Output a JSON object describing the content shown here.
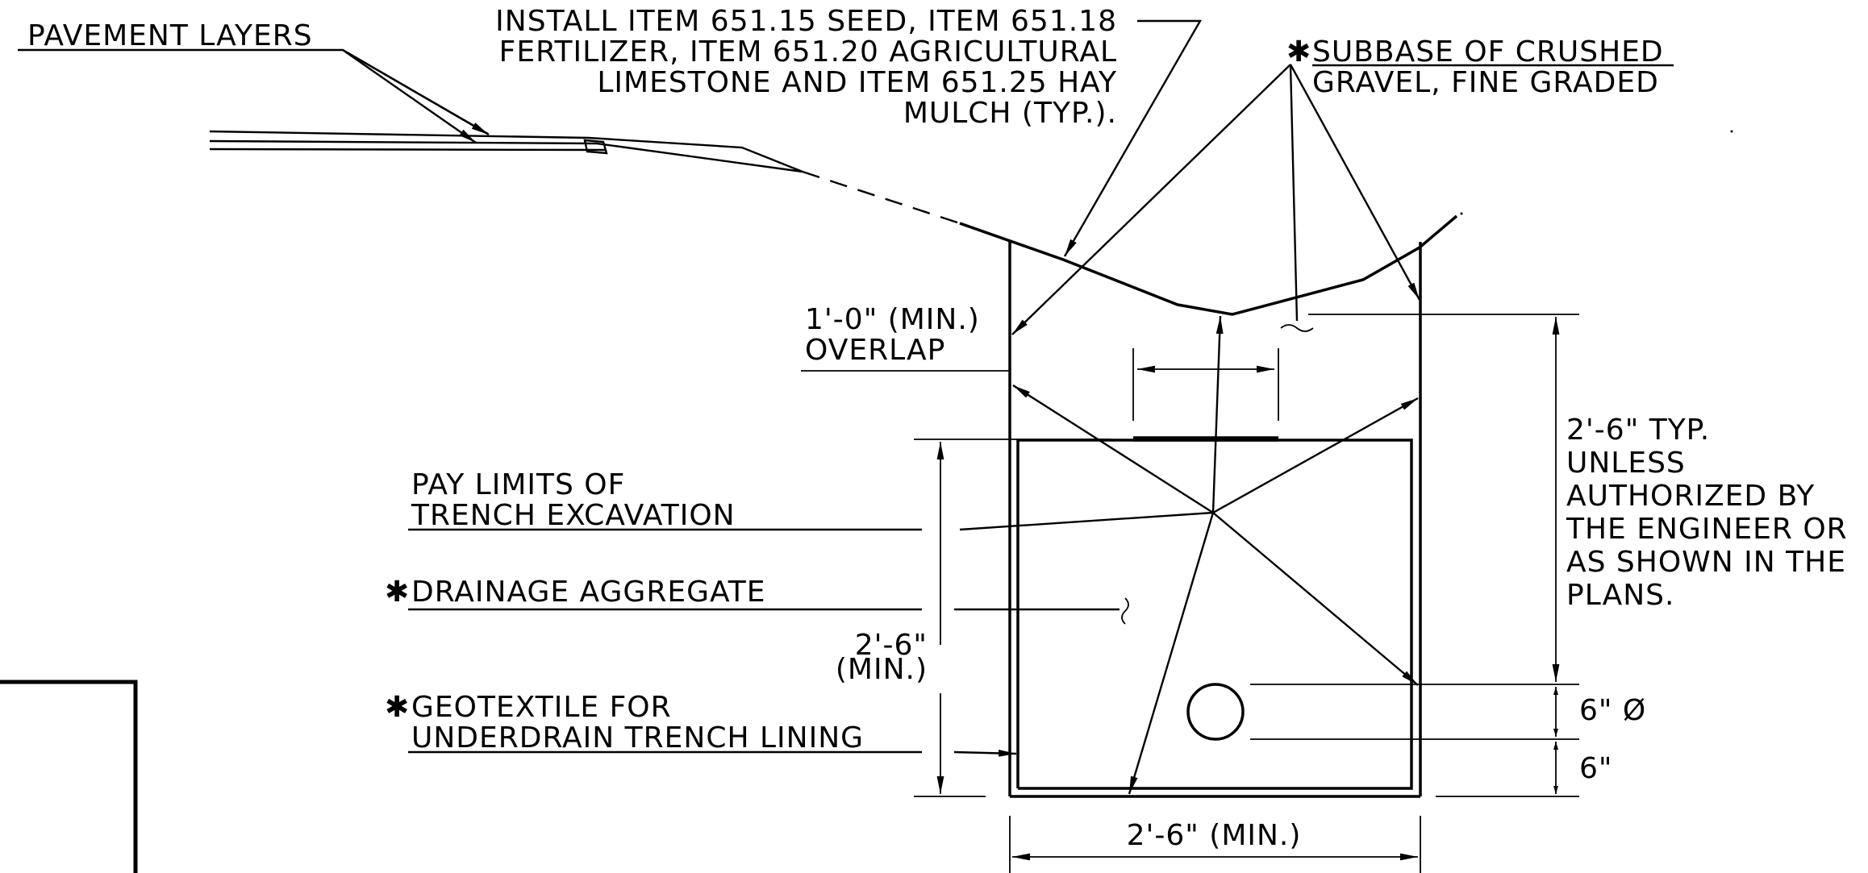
{
  "labels": {
    "pavement_layers": "PAVEMENT LAYERS",
    "install_line1": "INSTALL ITEM 651.15 SEED, ITEM 651.18",
    "install_line2": "FERTILIZER, ITEM 651.20 AGRICULTURAL",
    "install_line3": "LIMESTONE AND ITEM 651.25 HAY",
    "install_line4": "MULCH (TYP.).",
    "subbase_line1": "SUBBASE OF CRUSHED",
    "subbase_line2": "GRAVEL, FINE GRADED",
    "overlap_line1": "1'-0\" (MIN.)",
    "overlap_line2": "OVERLAP",
    "pay_limits_line1": "PAY LIMITS OF",
    "pay_limits_line2": "TRENCH EXCAVATION",
    "drainage_aggregate": "DRAINAGE AGGREGATE",
    "geotextile_line1": "GEOTEXTILE FOR",
    "geotextile_line2": "UNDERDRAIN TRENCH LINING",
    "depth_min_line1": "2'-6\"",
    "depth_min_line2": "(MIN.)",
    "typ_line1": "2'-6\" TYP.",
    "typ_line2": "UNLESS",
    "typ_line3": "AUTHORIZED BY",
    "typ_line4": "THE ENGINEER OR",
    "typ_line5": "AS SHOWN IN THE",
    "typ_line6": "PLANS.",
    "pipe_dia": "6\" Ø",
    "pipe_bedding": "6\"",
    "width_min": "2'-6\" (MIN.)",
    "asterisk": "✱"
  }
}
